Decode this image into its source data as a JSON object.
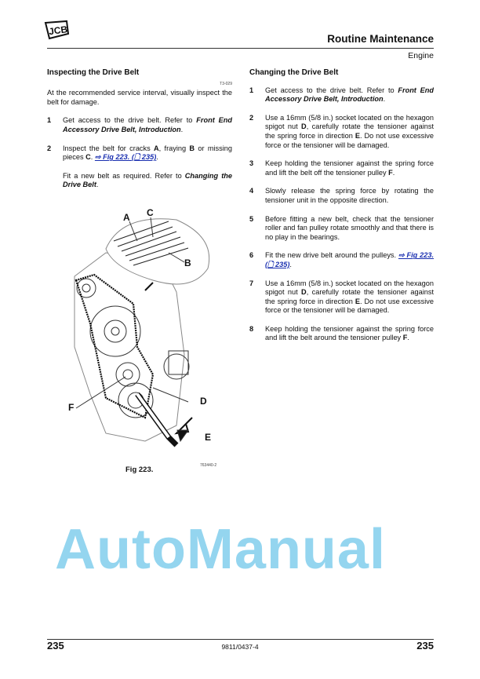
{
  "header": {
    "logo_text": "JCB",
    "section_title": "Routine Maintenance",
    "subsection": "Engine"
  },
  "left": {
    "heading": "Inspecting the Drive Belt",
    "ref_code": "T3-029",
    "intro": "At the recommended service interval, visually inspect the belt for damage.",
    "steps": [
      {
        "num": "1",
        "text": "Get access to the drive belt. Refer to ",
        "ref": "Front End Accessory Drive Belt, Introduction",
        "end": "."
      },
      {
        "num": "2",
        "t1": "Inspect the belt for cracks ",
        "A": "A",
        "t2": ", fraying ",
        "B": "B",
        "t3": " or missing pieces ",
        "C": "C",
        "t4": ". ",
        "link": "⇨ Fig 223. (🗋 235)",
        "end": "."
      },
      {
        "text": "Fit a new belt as required. Refer to ",
        "ref": "Changing the Drive Belt",
        "end": "."
      }
    ]
  },
  "figure": {
    "labels": [
      "A",
      "B",
      "C",
      "D",
      "E",
      "F"
    ],
    "part_code": "763440-2",
    "caption": "Fig 223."
  },
  "right": {
    "heading": "Changing the Drive Belt",
    "steps": [
      {
        "num": "1",
        "text": "Get access to the drive belt. Refer to ",
        "ref": "Front End Accessory Drive Belt, Introduction",
        "end": "."
      },
      {
        "num": "2",
        "t1": "Use a 16mm (5/8 in.) socket located on the hexagon spigot nut ",
        "D": "D",
        "t2": ", carefully rotate the tensioner against the spring force in direction ",
        "E": "E",
        "t3": ". Do not use excessive force or the tensioner will be damaged."
      },
      {
        "num": "3",
        "t1": "Keep holding the tensioner against the spring force and lift the belt off the tensioner pulley ",
        "F": "F",
        "end": "."
      },
      {
        "num": "4",
        "text": "Slowly release the spring force by rotating the tensioner unit in the opposite direction."
      },
      {
        "num": "5",
        "text": "Before fitting a new belt, check that the tensioner roller and fan pulley rotate smoothly and that there is no play in the bearings."
      },
      {
        "num": "6",
        "text": "Fit the new drive belt around the pulleys. ",
        "link": "⇨ Fig 223. (🗋 235)",
        "end": "."
      },
      {
        "num": "7",
        "t1": "Use a 16mm (5/8 in.) socket located on the hexagon spigot nut ",
        "D": "D",
        "t2": ", carefully rotate the tensioner against the spring force in direction ",
        "E": "E",
        "t3": ". Do not use excessive force or the tensioner will be damaged."
      },
      {
        "num": "8",
        "t1": "Keep holding the tensioner against the spring force and lift the belt around the tensioner pulley ",
        "F": "F",
        "end": "."
      }
    ]
  },
  "watermark": "AutoManual",
  "footer": {
    "page_left": "235",
    "doc_number": "9811/0437-4",
    "page_right": "235"
  }
}
